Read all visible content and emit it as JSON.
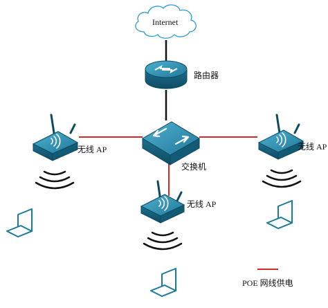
{
  "labels": {
    "internet": "Internet",
    "router": "路由器",
    "switch": "交换机",
    "ap_left": "无线 AP",
    "ap_center": "无线 AP",
    "ap_right": "无线 AP"
  },
  "legend": {
    "poe": "POE 网线供电"
  },
  "colors": {
    "device_top": "#2f8fb0",
    "device_side": "#17617c",
    "device_edge": "#0d4a60",
    "poe_line": "#d62828",
    "uplink_line": "#111111",
    "signal_wave": "#111111",
    "laptop_stroke": "#1a7a9c",
    "cloud_stroke": "#2a9ad0"
  }
}
